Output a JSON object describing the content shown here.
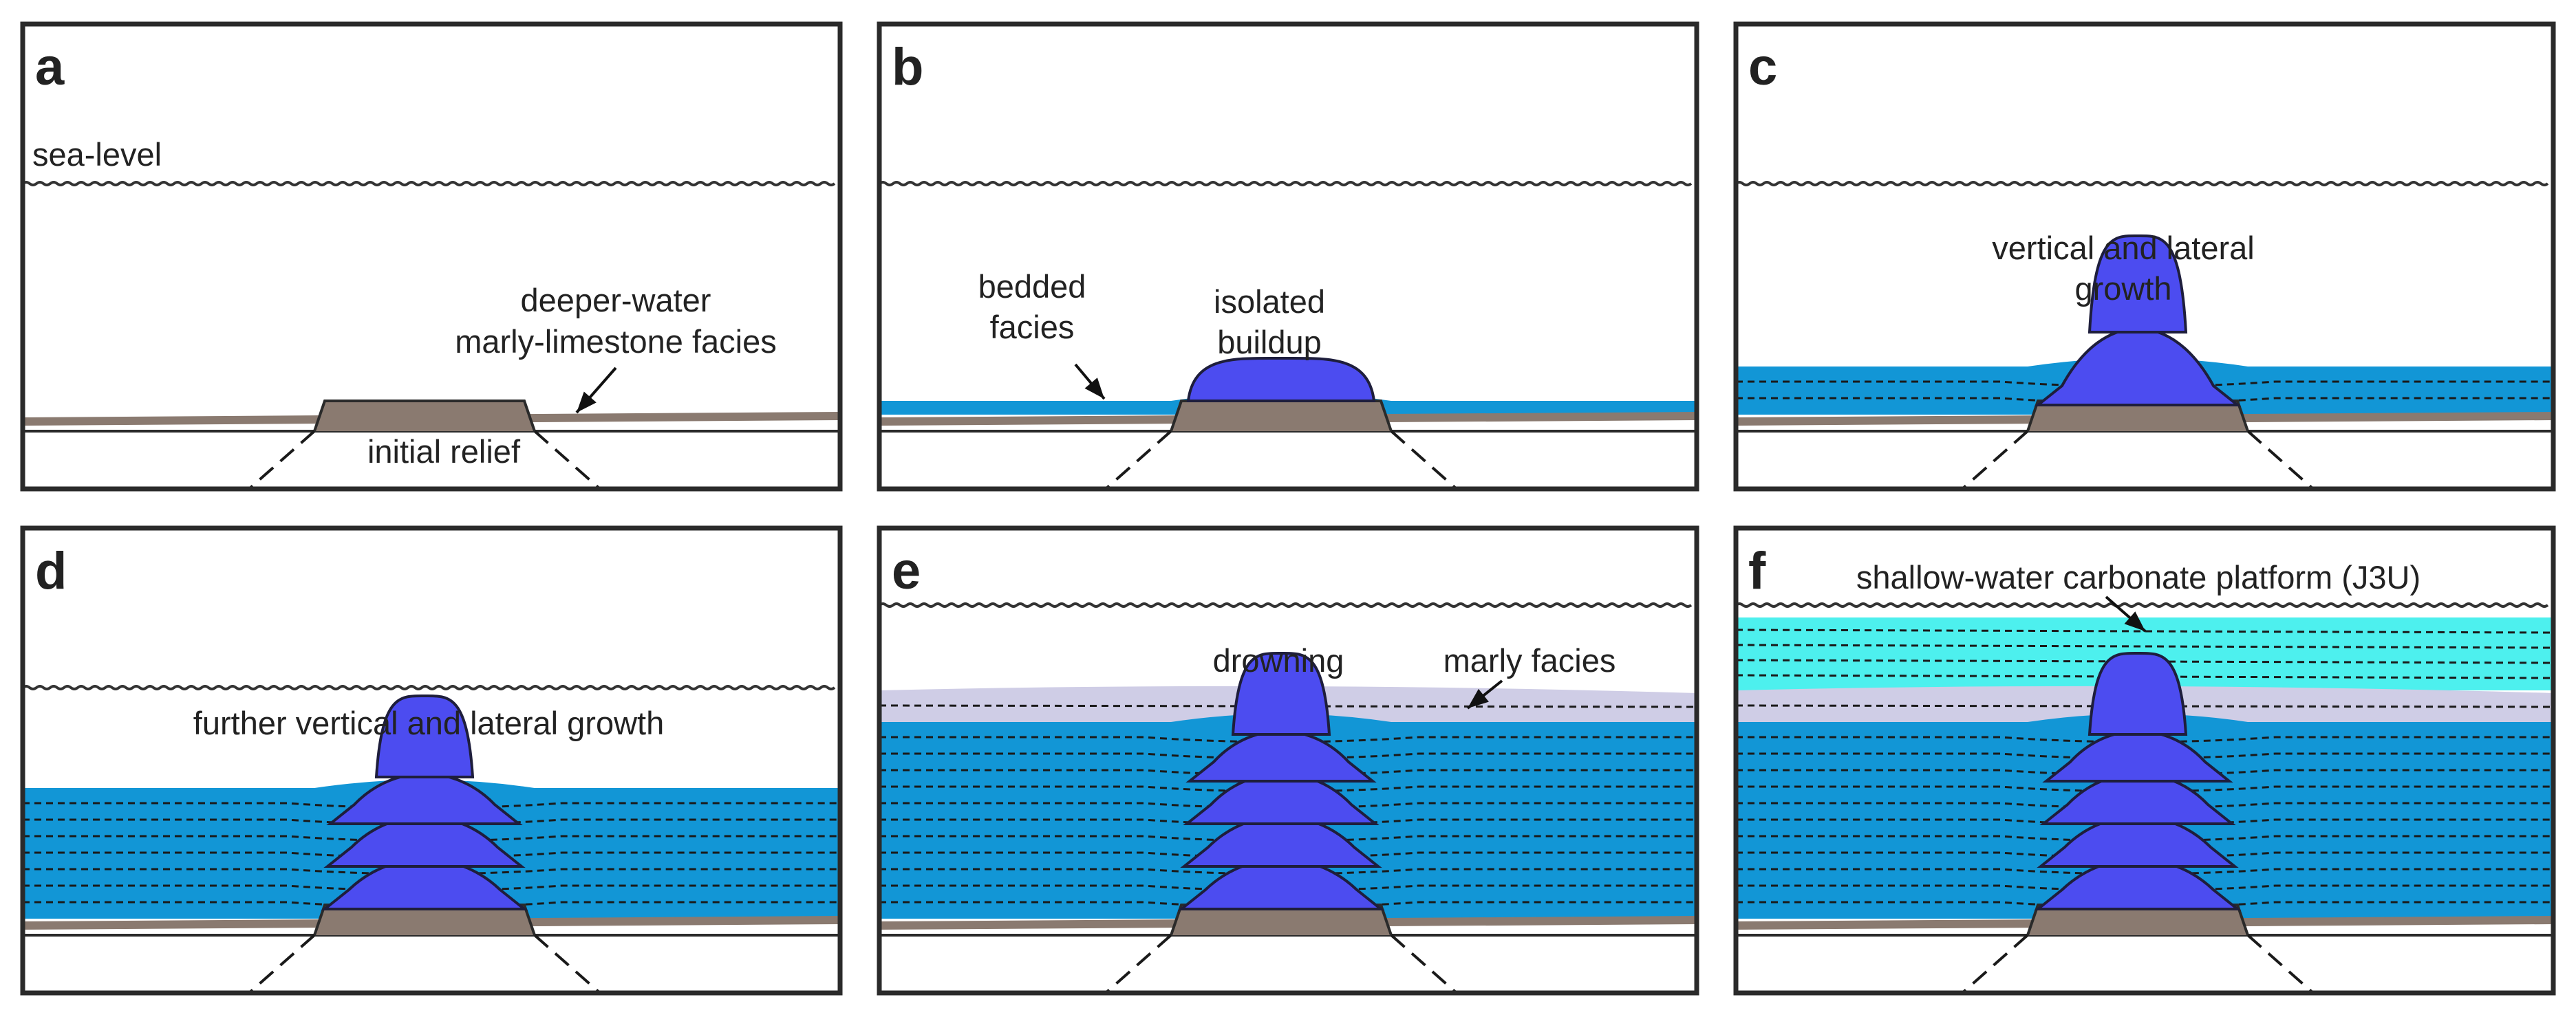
{
  "colors": {
    "frame": "#2a2a2a",
    "basement_line": "#2a2a2a",
    "marly_limestone": "#8a7a70",
    "bedded_facies": "#1296d6",
    "buildup": "#4c4cf0",
    "buildup_outline": "#1e1e3c",
    "marly_facies": "#cfcde6",
    "platform": "#4df0ee",
    "dash": "#1a1a1a"
  },
  "panels": [
    {
      "id": "a",
      "label": "a",
      "annotations": [
        "sea-level",
        "deeper-water",
        "marly-limestone facies",
        "initial relief"
      ]
    },
    {
      "id": "b",
      "label": "b",
      "annotations": [
        "bedded",
        "facies",
        "isolated",
        "buildup"
      ]
    },
    {
      "id": "c",
      "label": "c",
      "annotations": [
        "vertical and lateral",
        "growth"
      ]
    },
    {
      "id": "d",
      "label": "d",
      "annotations": [
        "further vertical and lateral growth"
      ]
    },
    {
      "id": "e",
      "label": "e",
      "annotations": [
        "drowning",
        "marly facies"
      ]
    },
    {
      "id": "f",
      "label": "f",
      "annotations": [
        "shallow-water carbonate platform (J3U)"
      ]
    }
  ]
}
